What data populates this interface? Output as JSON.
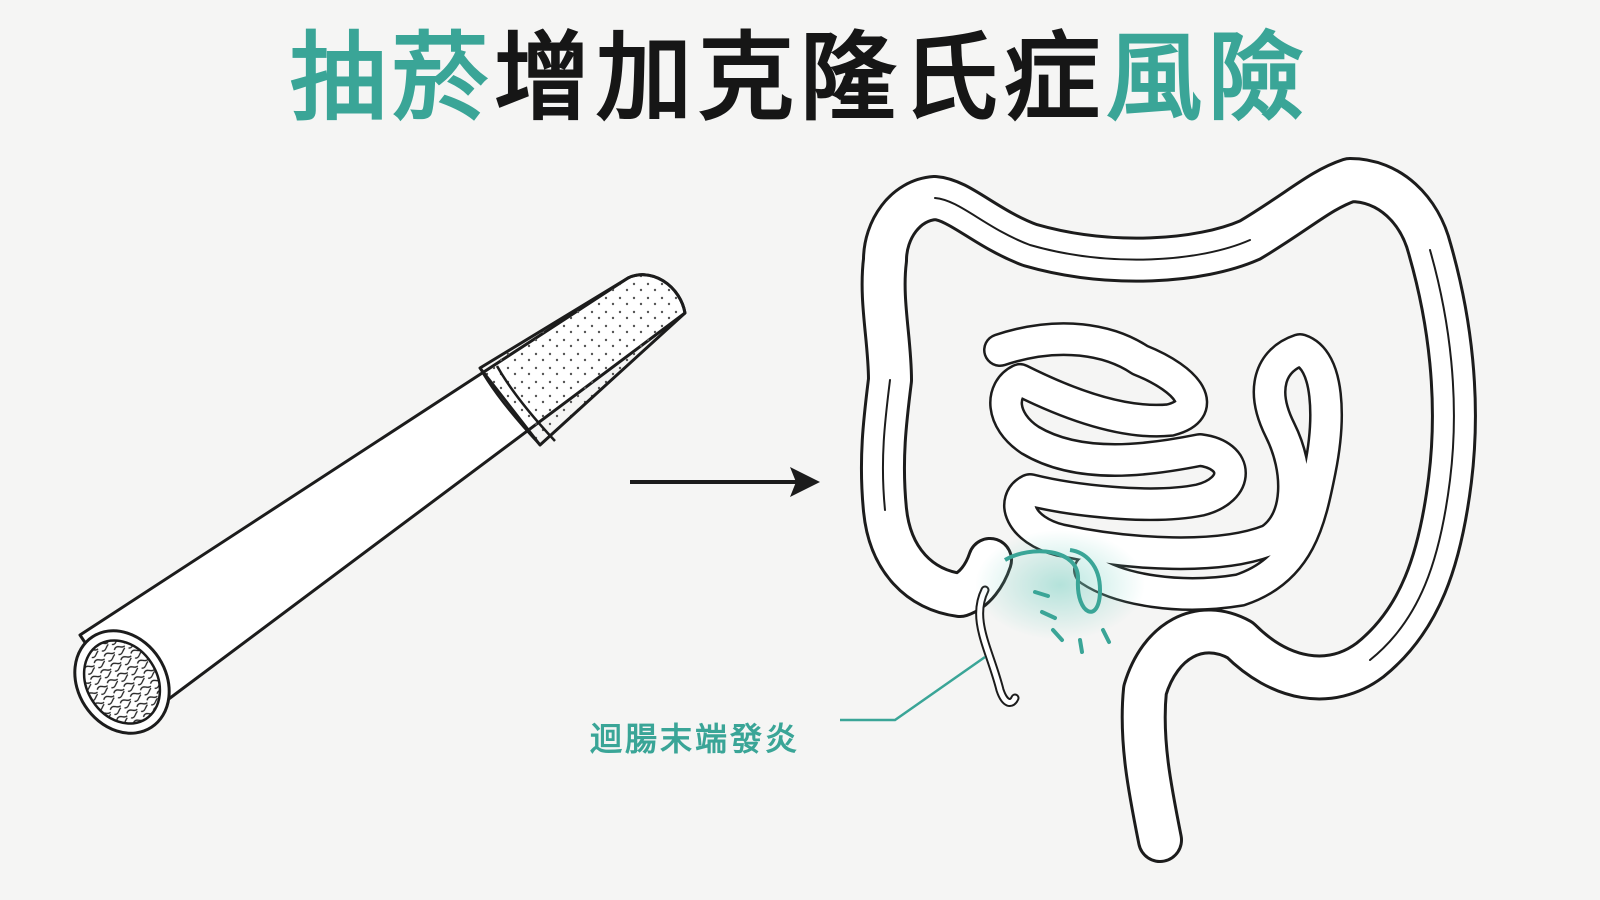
{
  "title": {
    "part1": "抽菸",
    "part2": "增加克隆氏症",
    "part3": "風險"
  },
  "callout": {
    "label": "迴腸末端發炎"
  },
  "colors": {
    "accent": "#3aa597",
    "text": "#161616",
    "line": "#1c1c1c",
    "background": "#f5f5f4",
    "fill": "#ffffff",
    "glow": "#7fd3c6"
  },
  "icons": {
    "cigarette": "cigarette-icon",
    "arrow": "arrow-right-icon",
    "intestines": "intestines-icon"
  }
}
